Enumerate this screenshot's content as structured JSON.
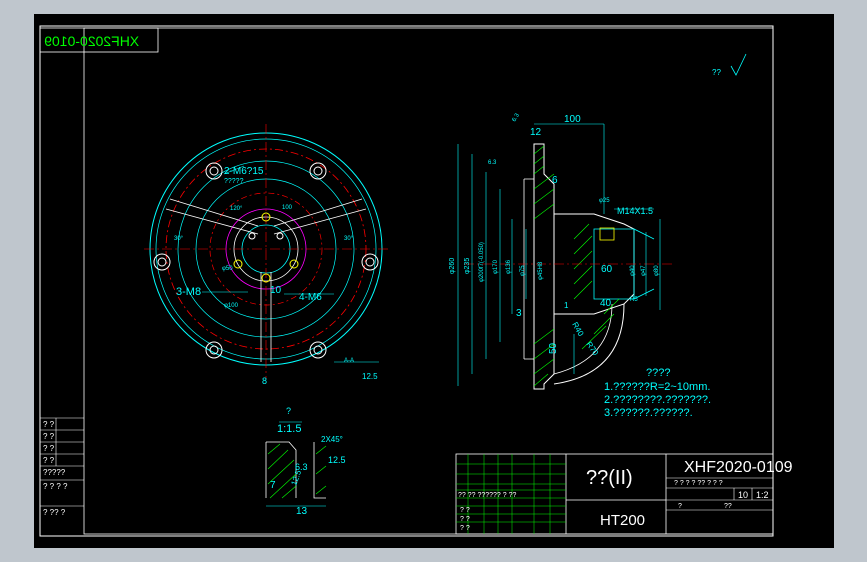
{
  "drawing": {
    "code": "XHF2020-0109",
    "code_mirrored": "XHF2020-0109",
    "roughness_symbol": "?? ",
    "title_name": "??(II)",
    "material": "HT200",
    "title_small_row": "? ? ? ? ?? ? ? ?",
    "title_qty": "10",
    "title_scale": "1:2",
    "title_bottom_left": "?",
    "title_bottom_mid": "??"
  },
  "front_view": {
    "label_m6": "2-M6?15",
    "label_m6_sub": "?????",
    "label_m8_left": "3-M8",
    "label_m8_right": "4-M6",
    "label_10": "10",
    "label_8": "8",
    "label_section": "A-A",
    "label_12_5": "12.5",
    "label_100": "100",
    "label_30a": "30°",
    "label_30b": "30°",
    "label_phi100": "φ100",
    "label_phi50": "φ50",
    "label_120": "120°"
  },
  "side_view": {
    "dim_100": "100",
    "dim_12": "12",
    "dim_6": "6",
    "dim_3": "3",
    "dim_50": "50",
    "dim_60": "60",
    "dim_40": "40",
    "dim_1": "1",
    "dim_r5": "R5",
    "dim_m14": "M14X1.5",
    "dim_phi25": "φ25",
    "dim_r40": "R40",
    "dim_r70": "R70",
    "dim_phi260": "φ260",
    "dim_phi235": "φ235",
    "dim_phi200": "φ200f7(-0.050)",
    "dim_phi170": "φ170",
    "dim_phi136": "φ136",
    "dim_phi75": "φ75",
    "dim_phi45": "φ45H8",
    "dim_phi40": "φ40",
    "dim_phi47": "φ47",
    "dim_phi80": "φ80",
    "dim_6_3": "6.3",
    "dim_6_3b": "6.3"
  },
  "notes": {
    "heading": "????",
    "line1": "1.??????R=2~10mm.",
    "line2": "2.????????.???????.",
    "line3": "3.??????.??????."
  },
  "detail": {
    "label_q": "?",
    "scale": "1:1.5",
    "chamfer": "2X45°",
    "r12_5": "12.5",
    "r6_3": "6.3",
    "r12_5b": "12.5",
    "dim_7": "7",
    "dim_13": "13"
  },
  "left_table": {
    "rows": [
      "? ?",
      "? ?",
      "? ?",
      "? ?",
      "?????"
    ],
    "row6": "? ? ? ?",
    "row7": "? ??   ?"
  },
  "title_block": {
    "r1": "?? ??  ?????? ? ??",
    "r2": "? ?",
    "r3": "? ?",
    "r4": "? ?"
  },
  "colors": {
    "frame": "#ffffff",
    "green": "#00ff00",
    "cyan": "#00ffff",
    "red": "#ff0000",
    "blue": "#4040ff",
    "yellow": "#ffff00",
    "white": "#ffffff",
    "magenta": "#ff00ff"
  }
}
